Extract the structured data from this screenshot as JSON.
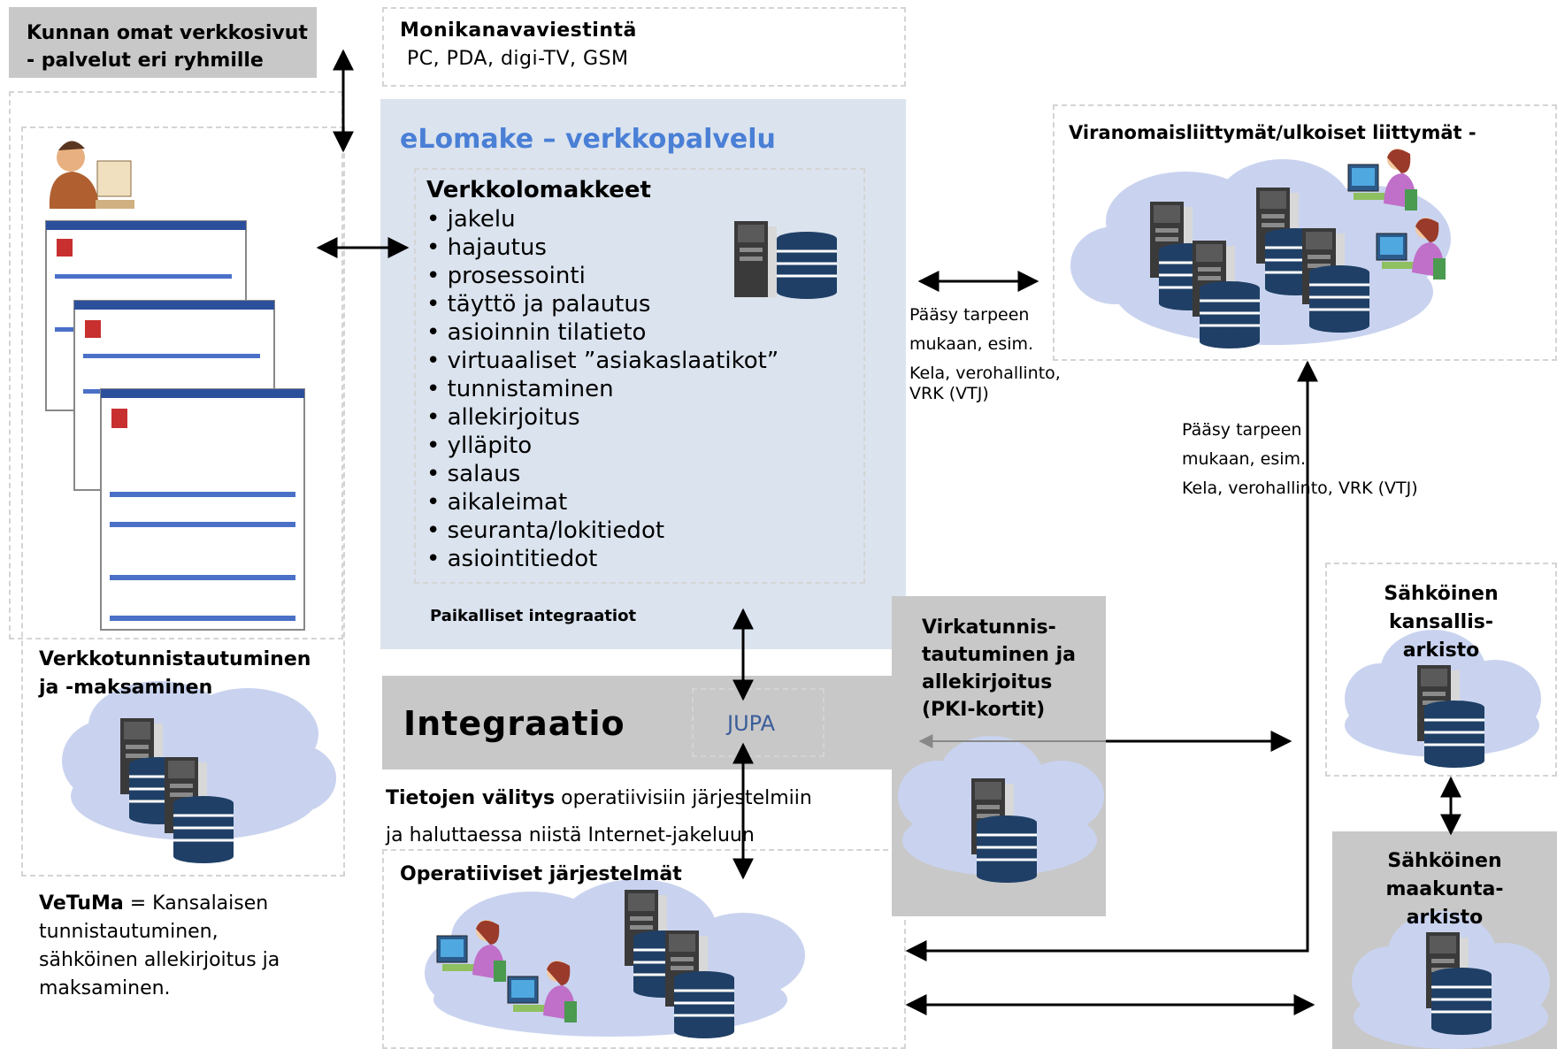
{
  "top_left_box": {
    "line1": "Kunnan omat verkkosivut",
    "line2": "- palvelut eri ryhmille"
  },
  "multichannel": {
    "title": "Monikanavaviestintä",
    "devices": "PC, PDA, digi-TV, GSM"
  },
  "elomake": {
    "title": "eLomake – verkkopalvelu",
    "forms_title": "Verkkolomakkeet",
    "features": [
      "• jakelu",
      "• hajautus",
      "• prosessointi",
      "• täyttö ja palautus",
      "• asioinnin tilatieto",
      "• virtuaaliset ”asiakaslaatikot”",
      "• tunnistaminen",
      "• allekirjoitus",
      "• ylläpito",
      "• salaus",
      "• aikaleimat",
      "• seuranta/lokitiedot",
      "• asiointitiedot"
    ],
    "local_integrations": "Paikalliset integraatiot"
  },
  "authorities": {
    "title": "Viranomaisliittymät/ulkoiset liittymät -"
  },
  "access_note_1": {
    "line1": "Pääsy tarpeen",
    "line2": "mukaan, esim.",
    "line3": "Kela, verohallinto,",
    "line4": "VRK (VTJ)"
  },
  "access_note_2": {
    "line1": "Pääsy tarpeen",
    "line2": "mukaan, esim.",
    "line3": "Kela, verohallinto, VRK (VTJ)"
  },
  "web_auth": {
    "line1": "Verkkotunnistautuminen",
    "line2": "ja -maksaminen"
  },
  "vetuma": {
    "abbr": "VeTuMa",
    "line1_rest": " = Kansalaisen",
    "line2": "tunnistautuminen,",
    "line3": "sähköinen allekirjoitus ja",
    "line4": "maksaminen."
  },
  "integration": {
    "title": "Integraatio",
    "jupa": "JUPA"
  },
  "data_transfer": {
    "bold": "Tietojen välitys",
    "rest1": " operatiivisiin järjestelmiin",
    "line2": "ja haluttaessa niistä Internet-jakeluun"
  },
  "operative": {
    "title": "Operatiiviset järjestelmät"
  },
  "official_auth": {
    "line1": "Virkatunnis-",
    "line2": "tautuminen ja",
    "line3": "allekirjoitus",
    "line4": "(PKI-kortit)"
  },
  "national_archive": {
    "line1": "Sähköinen",
    "line2": "kansallis-",
    "line3": "arkisto"
  },
  "regional_archive": {
    "line1": "Sähköinen",
    "line2": "maakunta-",
    "line3": "arkisto"
  },
  "colors": {
    "elomake_title": "#4a7fd6",
    "jupa": "#3a5d99",
    "box_grey": "#c8c8c8",
    "box_blue": "#dbe3ee",
    "cloud": "#c9d3ef",
    "db": "#1f3f66"
  }
}
